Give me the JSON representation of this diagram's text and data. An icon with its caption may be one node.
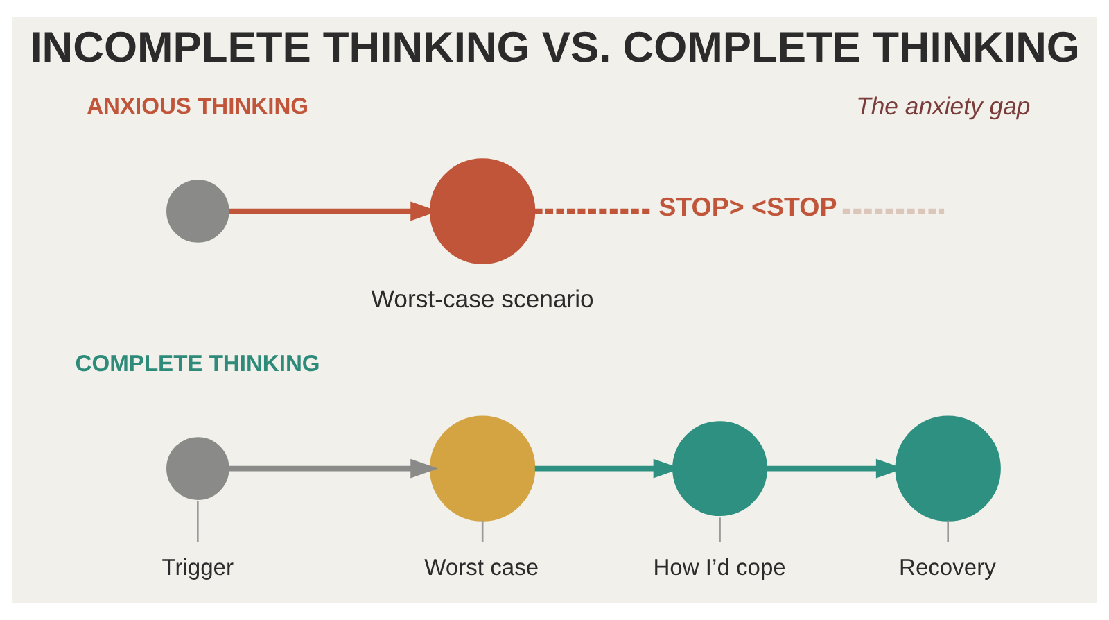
{
  "diagram": {
    "title": "INCOMPLETE THINKING VS. COMPLETE THINKING",
    "nodes": [
      {
        "text": [],
        "shape": "circle"
      },
      {
        "text": [],
        "shape": "circle",
        "beside": [
          "Worst-case scenario"
        ]
      },
      {
        "text": [
          "STOP> <STOP"
        ]
      },
      {
        "text": [],
        "shape": "circle"
      },
      {
        "text": [],
        "shape": "circle"
      },
      {
        "text": [],
        "shape": "circle"
      },
      {
        "text": [],
        "shape": "circle"
      },
      {
        "text": [
          "Trigger"
        ]
      },
      {
        "text": [
          "Worst case"
        ]
      },
      {
        "text": [
          "How I’d cope"
        ]
      },
      {
        "text": [
          "Recovery"
        ]
      }
    ],
    "edges": [
      {
        "from": 0,
        "to": 1,
        "arrow": "to",
        "color": "#c0553a"
      },
      {
        "from": 1,
        "to": 2,
        "arrow": "none",
        "style": "dashed",
        "color": "#c0553a"
      },
      {
        "from": 2,
        "to": null,
        "arrow": "none",
        "style": "dashed",
        "color": "#dcc6ba"
      },
      {
        "from": 3,
        "to": 4,
        "arrow": "to",
        "color": "#8a8a88"
      },
      {
        "from": 4,
        "to": 5,
        "arrow": "to",
        "color": "#2e9080"
      },
      {
        "from": 5,
        "to": 6,
        "arrow": "to",
        "color": "#2e9080"
      },
      {
        "from": 7,
        "to": 3,
        "arrow": "none"
      },
      {
        "from": 8,
        "to": 4,
        "arrow": "none"
      },
      {
        "from": 9,
        "to": 5,
        "arrow": "none"
      },
      {
        "from": 10,
        "to": 6,
        "arrow": "none"
      }
    ],
    "labels": [
      "ANXIOUS THINKING",
      "The anxiety gap",
      "COMPLETE THINKING"
    ]
  }
}
